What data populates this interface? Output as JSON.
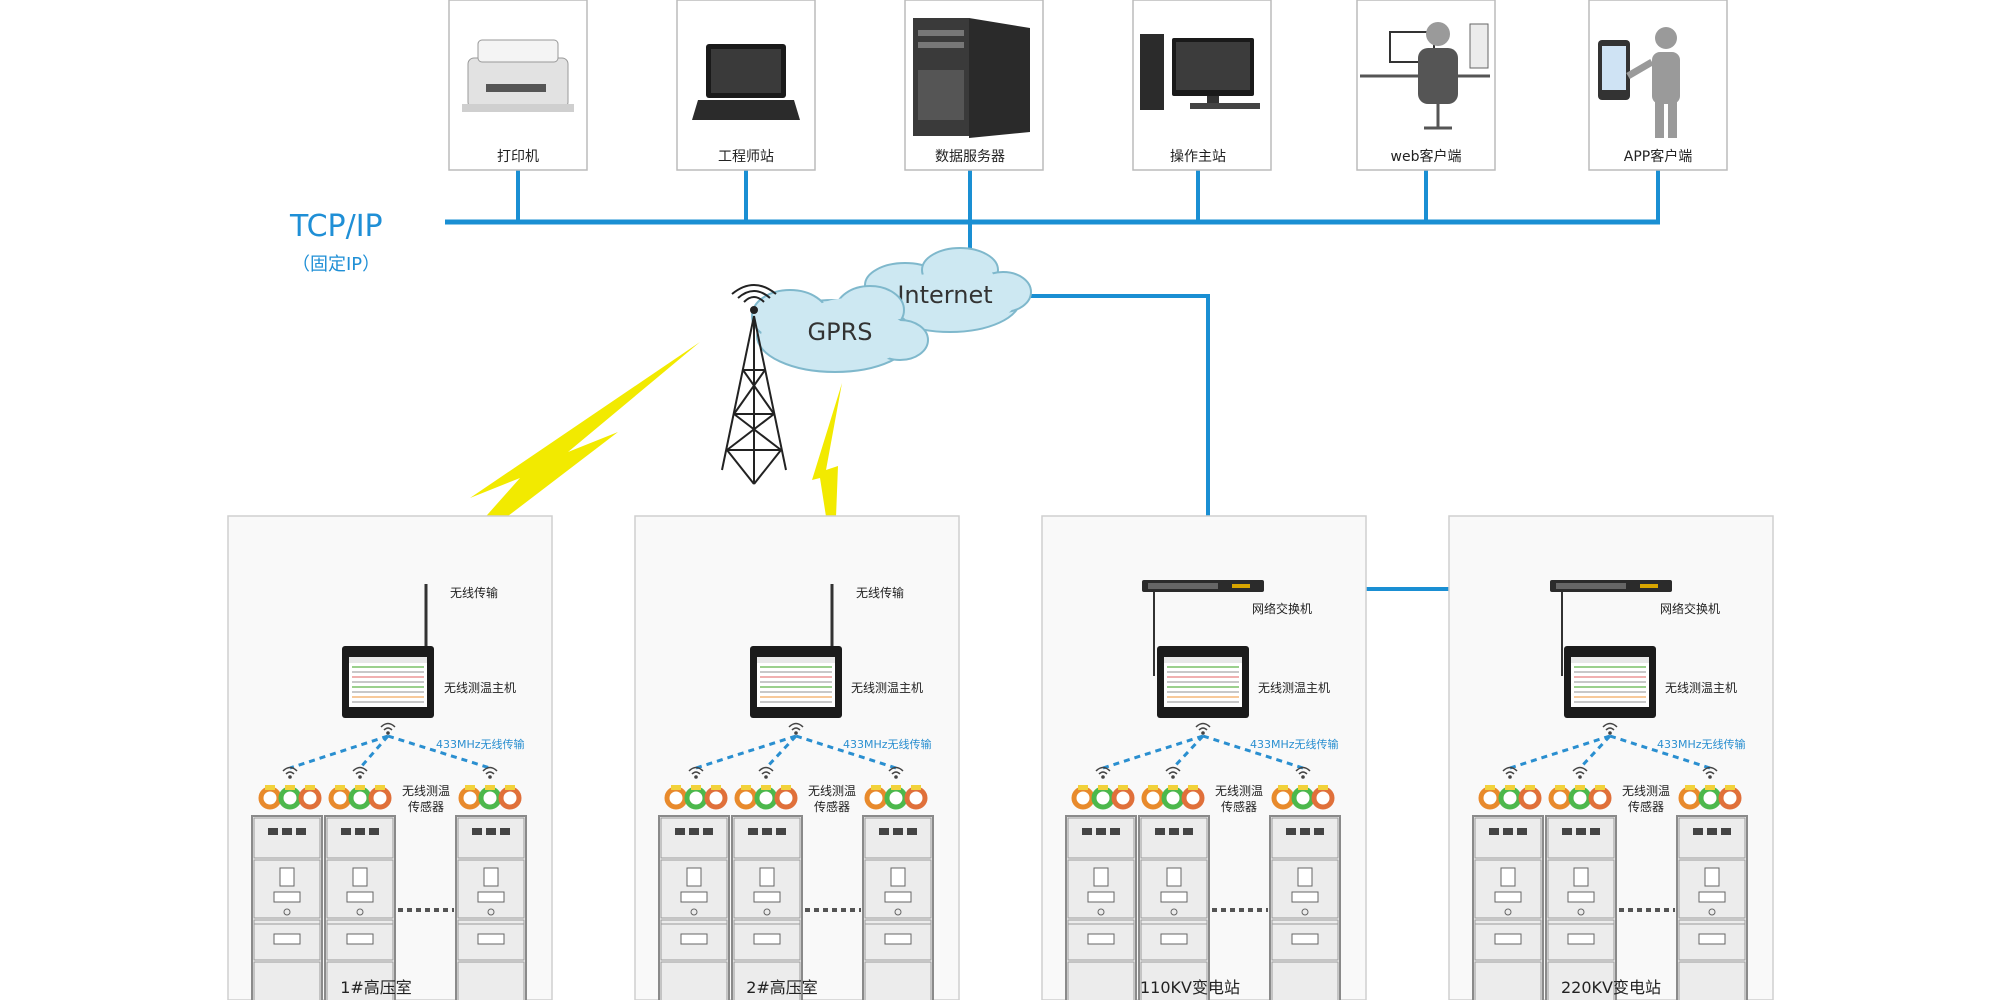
{
  "network": {
    "protocol": "TCP/IP",
    "protocol_note": "（固定IP）",
    "cloud_internet": "Internet",
    "cloud_gprs": "GPRS"
  },
  "devices": [
    {
      "label": "打印机",
      "icon": "printer-icon"
    },
    {
      "label": "工程师站",
      "icon": "laptop-icon"
    },
    {
      "label": "数据服务器",
      "icon": "server-icon"
    },
    {
      "label": "操作主站",
      "icon": "desktop-icon"
    },
    {
      "label": "web客户端",
      "icon": "web-client-icon"
    },
    {
      "label": "APP客户端",
      "icon": "app-client-icon"
    }
  ],
  "sites": [
    {
      "name": "1#高压室",
      "uplink_label": "无线传输",
      "host_label": "无线测温主机",
      "radio_label": "433MHz无线传输",
      "sensor_label_1": "无线测温",
      "sensor_label_2": "传感器"
    },
    {
      "name": "2#高压室",
      "uplink_label": "无线传输",
      "host_label": "无线测温主机",
      "radio_label": "433MHz无线传输",
      "sensor_label_1": "无线测温",
      "sensor_label_2": "传感器"
    },
    {
      "name": "110KV变电站",
      "uplink_label": "网络交换机",
      "host_label": "无线测温主机",
      "radio_label": "433MHz无线传输",
      "sensor_label_1": "无线测温",
      "sensor_label_2": "传感器"
    },
    {
      "name": "220KV变电站",
      "uplink_label": "网络交换机",
      "host_label": "无线测温主机",
      "radio_label": "433MHz无线传输",
      "sensor_label_1": "无线测温",
      "sensor_label_2": "传感器"
    }
  ],
  "colors": {
    "bus": "#1a8fd3",
    "lightning": "#f2ea00",
    "radio": "#2a8fd0",
    "cloud": "#cde8f2"
  }
}
